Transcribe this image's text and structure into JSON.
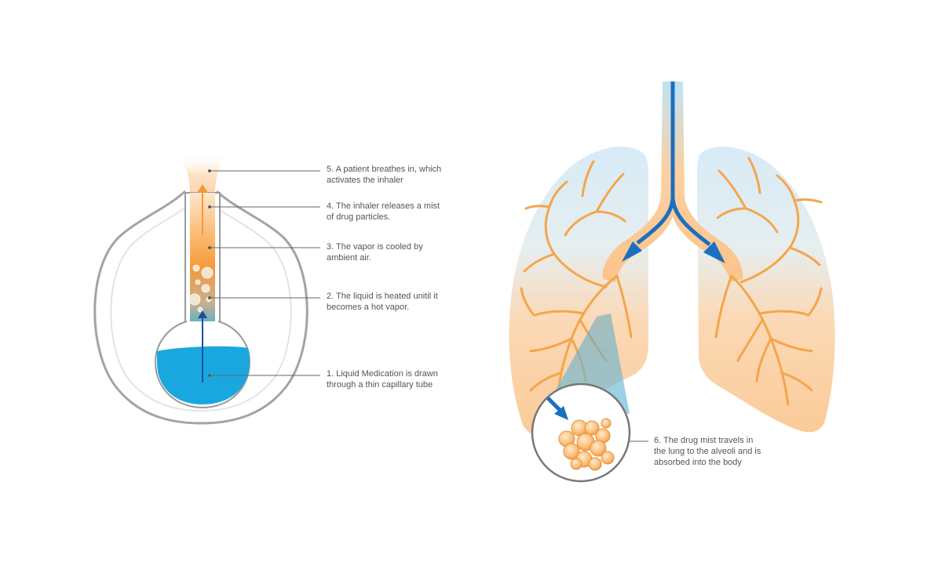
{
  "steps": [
    {
      "number": "1",
      "line1": "1. Liquid Medication is drawn",
      "line2": "through a thin capillary tube"
    },
    {
      "number": "2",
      "line1": "2. The liquid is heated unitil it",
      "line2": "becomes a hot vapor."
    },
    {
      "number": "3",
      "line1": "3. The vapor is cooled by",
      "line2": "ambient air."
    },
    {
      "number": "4",
      "line1": "4. The inhaler releases a mist",
      "line2": "of drug particles."
    },
    {
      "number": "5",
      "line1": "5. A patient breathes in, which",
      "line2": "activates the inhaler"
    },
    {
      "number": "6",
      "line1": "6. The drug mist travels in",
      "line2": "the lung to the alveoli and is",
      "line3": "absorbed into the body"
    }
  ],
  "colors": {
    "liquid": "#1aa7e0",
    "arrow_blue": "#1a6fc0",
    "arrow_orange": "#f29a3a",
    "vapor_orange": "#f7b56b",
    "lung_peach": "#fbd4a8",
    "lung_blue": "#d9ecf5",
    "bronchi": "#f5a54a",
    "outline_gray": "#a0a0a0",
    "text_gray": "#555555"
  }
}
